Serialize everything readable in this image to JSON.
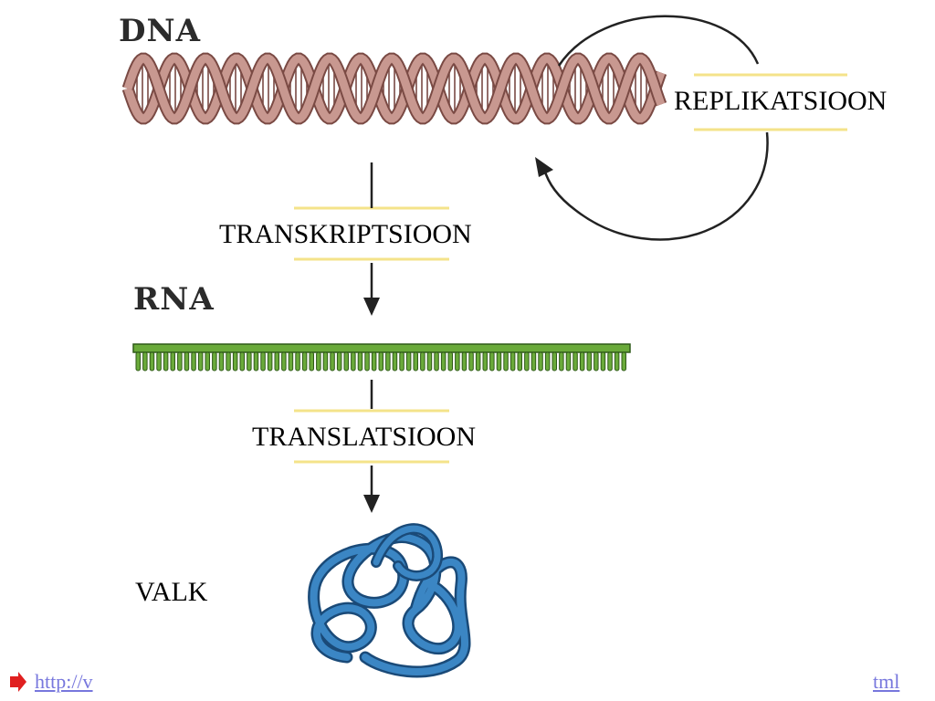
{
  "diagram": {
    "molecules": {
      "dna": "DNA",
      "rna": "RNA"
    },
    "processes": {
      "replication": "REPLIKATSIOON",
      "transcription": "TRANSKRIPTSIOON",
      "translation": "TRANSLATSIOON"
    },
    "product": "VALK"
  },
  "footer": {
    "link_left": "http://v",
    "link_right": "tml"
  },
  "colors": {
    "dna_strand": "#c89890",
    "dna_edge": "#7a4a44",
    "rna_backbone": "#6aaa3a",
    "rna_edge": "#2f5a18",
    "protein": "#3b86c4",
    "protein_edge": "#1a4a78",
    "label_rule": "#f4e38a",
    "arrow": "#222222",
    "bullet": "#e02020"
  }
}
